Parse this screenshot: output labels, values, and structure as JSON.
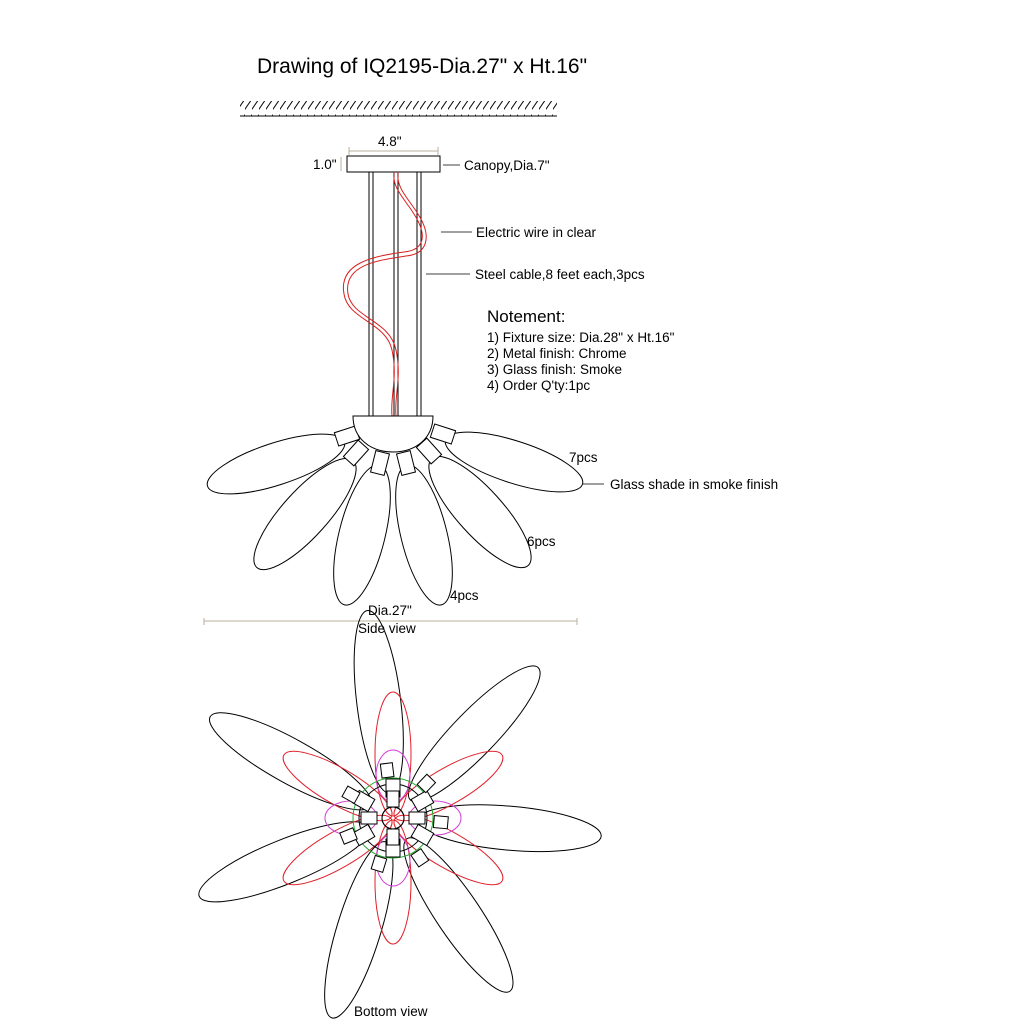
{
  "title": "Drawing of IQ2195-Dia.27\" x Ht.16\"",
  "dimensions": {
    "canopy_width": "4.8\"",
    "canopy_height": "1.0\"",
    "diameter": "Dia.27\""
  },
  "callouts": {
    "canopy": "Canopy,Dia.7\"",
    "wire": "Electric wire in clear",
    "cable": "Steel cable,8 feet each,3pcs",
    "glass_shade": "Glass shade in smoke finish"
  },
  "counts": {
    "outer": "7pcs",
    "middle": "6pcs",
    "inner": "4pcs"
  },
  "notes": {
    "title": "Notement:",
    "items": [
      "1) Fixture size: Dia.28\" x Ht.16\"",
      "2) Metal finish: Chrome",
      "3) Glass finish: Smoke",
      "4) Order Q'ty:1pc"
    ]
  },
  "views": {
    "side": "Side view",
    "bottom": "Bottom view"
  },
  "colors": {
    "wire": "#d92020",
    "middle_tier": "#e0202a",
    "inner_tier": "#d23cd2",
    "hub_ring": "#1fae2d"
  }
}
